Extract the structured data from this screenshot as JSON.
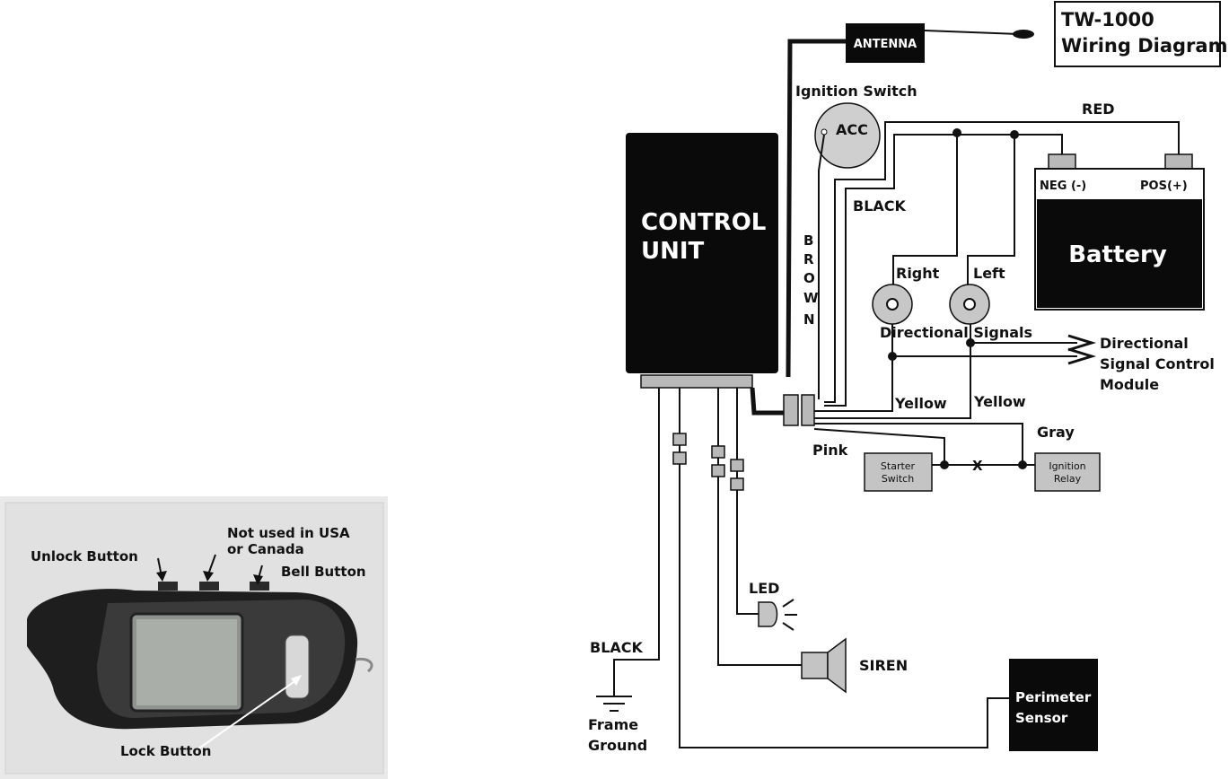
{
  "title": {
    "line1": "TW-1000",
    "line2": "Wiring Diagram"
  },
  "antenna": "ANTENNA",
  "ignition_switch": {
    "label": "Ignition Switch",
    "acc": "ACC"
  },
  "control_unit": {
    "line1": "CONTROL",
    "line2": "UNIT"
  },
  "battery": {
    "name": "Battery",
    "neg": "NEG (-)",
    "pos": "POS(+)"
  },
  "wires": {
    "red": "RED",
    "black_top": "BLACK",
    "brown_letters": [
      "B",
      "R",
      "O",
      "W",
      "N"
    ],
    "yellow_left": "Yellow",
    "yellow_right": "Yellow",
    "pink": "Pink",
    "gray": "Gray",
    "black_ground": "BLACK",
    "cut_mark": "X"
  },
  "signals": {
    "right": "Right",
    "left": "Left",
    "caption": "Directional Signals"
  },
  "signal_module": {
    "line1": "Directional",
    "line2": "Signal Control",
    "line3": "Module"
  },
  "starter_switch": {
    "line1": "Starter",
    "line2": "Switch"
  },
  "ignition_relay": {
    "line1": "Ignition",
    "line2": "Relay"
  },
  "led": "LED",
  "siren": "SIREN",
  "perimeter_sensor": {
    "line1": "Perimeter",
    "line2": "Sensor"
  },
  "frame_ground": {
    "line1": "Frame",
    "line2": "Ground"
  },
  "remote": {
    "unlock_button": "Unlock Button",
    "not_used": {
      "line1": "Not used in USA",
      "line2": "or Canada"
    },
    "bell_button": "Bell Button",
    "lock_button": "Lock Button"
  },
  "colors": {
    "connector": "#b9b9b9",
    "box": "#0a0a0a",
    "photo_bg": "#e6e6e6"
  }
}
